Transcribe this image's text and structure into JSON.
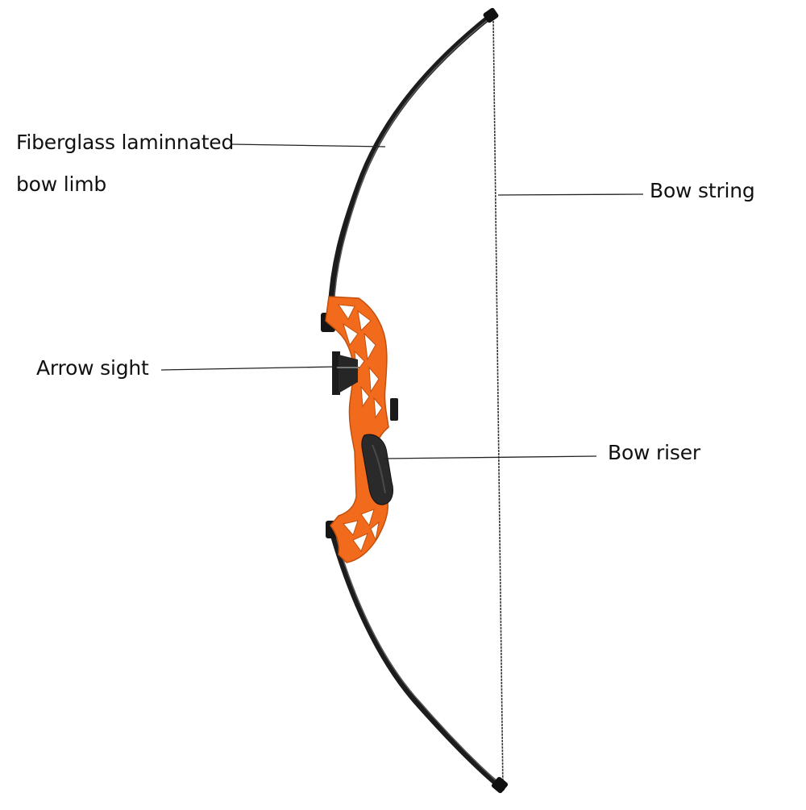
{
  "diagram": {
    "labels": {
      "limb_line1": "Fiberglass laminnated",
      "limb_line2": "bow limb",
      "string": "Bow string",
      "sight": "Arrow sight",
      "riser": "Bow riser"
    },
    "colors": {
      "background": "#ffffff",
      "limb": "#1c1c1c",
      "riser": "#f26b1d",
      "grip": "#2a2a2a",
      "string": "#3a3a3a",
      "leader": "#222222",
      "text": "#111111"
    }
  }
}
